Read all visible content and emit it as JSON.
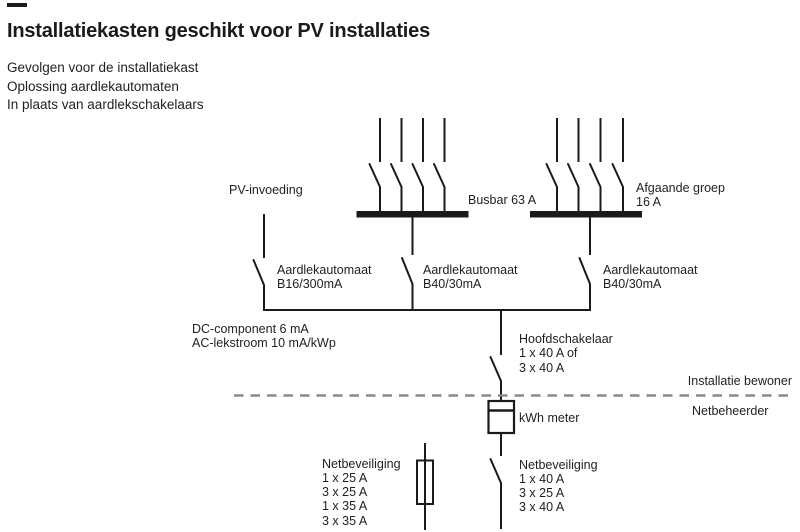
{
  "page": {
    "title": "Installatiekasten geschikt voor PV installaties",
    "subtitle_lines": [
      "Gevolgen voor de installatiekast",
      "Oplossing aardlekautomaten",
      "In plaats van aardlekschakelaars"
    ]
  },
  "diagram": {
    "labels": {
      "pv_input": "PV-invoeding",
      "busbar": "Busbar 63 A",
      "outgoing_group": [
        "Afgaande groep",
        "16 A"
      ],
      "rcbo_pv": [
        "Aardlekautomaat",
        "B16/300mA"
      ],
      "rcbo_busbar": [
        "Aardlekautomaat",
        "B40/30mA"
      ],
      "rcbo_outgoing": [
        "Aardlekautomaat",
        "B40/30mA"
      ],
      "dc_note": [
        "DC-component 6 mA",
        "AC-lekstroom 10 mA/kWp"
      ],
      "main_switch": [
        "Hoofdschakelaar",
        "1 x 40 A of",
        "3 x 40 A"
      ],
      "boundary_top": "Installatie bewoner",
      "boundary_bottom": "Netbeheerder",
      "kwh_meter": "kWh meter",
      "grid_protection_fuse": [
        "Netbeveiliging",
        "1 x 25 A",
        "3 x 25 A",
        "1 x 35 A",
        "3 x 35 A"
      ],
      "grid_protection_switch": [
        "Netbeveiliging",
        "1 x 40 A",
        "3 x 25 A",
        "3 x 40 A"
      ]
    },
    "colors": {
      "background": "#ffffff",
      "line": "#1a1a1a",
      "text": "#1f1f1f",
      "dashed": "#8a8a8a"
    }
  }
}
